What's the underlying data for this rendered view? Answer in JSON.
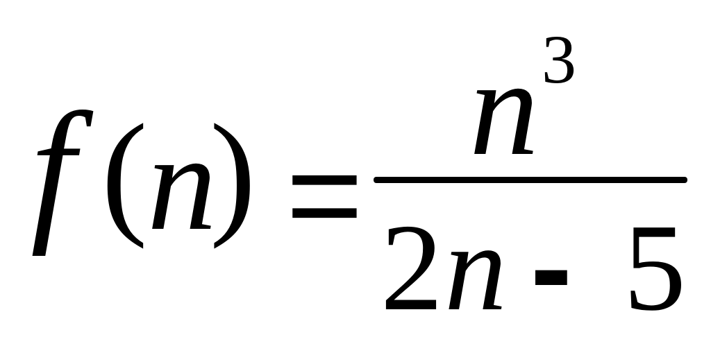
{
  "formula": {
    "lhs": {
      "function": "f",
      "open_paren": "(",
      "variable": "n",
      "close_paren": ")"
    },
    "equals": "=",
    "rhs": {
      "numerator": {
        "base": "n",
        "exponent": "3"
      },
      "denominator": {
        "coefficient": "2",
        "variable": "n",
        "operator": "-",
        "constant": "5"
      }
    }
  }
}
